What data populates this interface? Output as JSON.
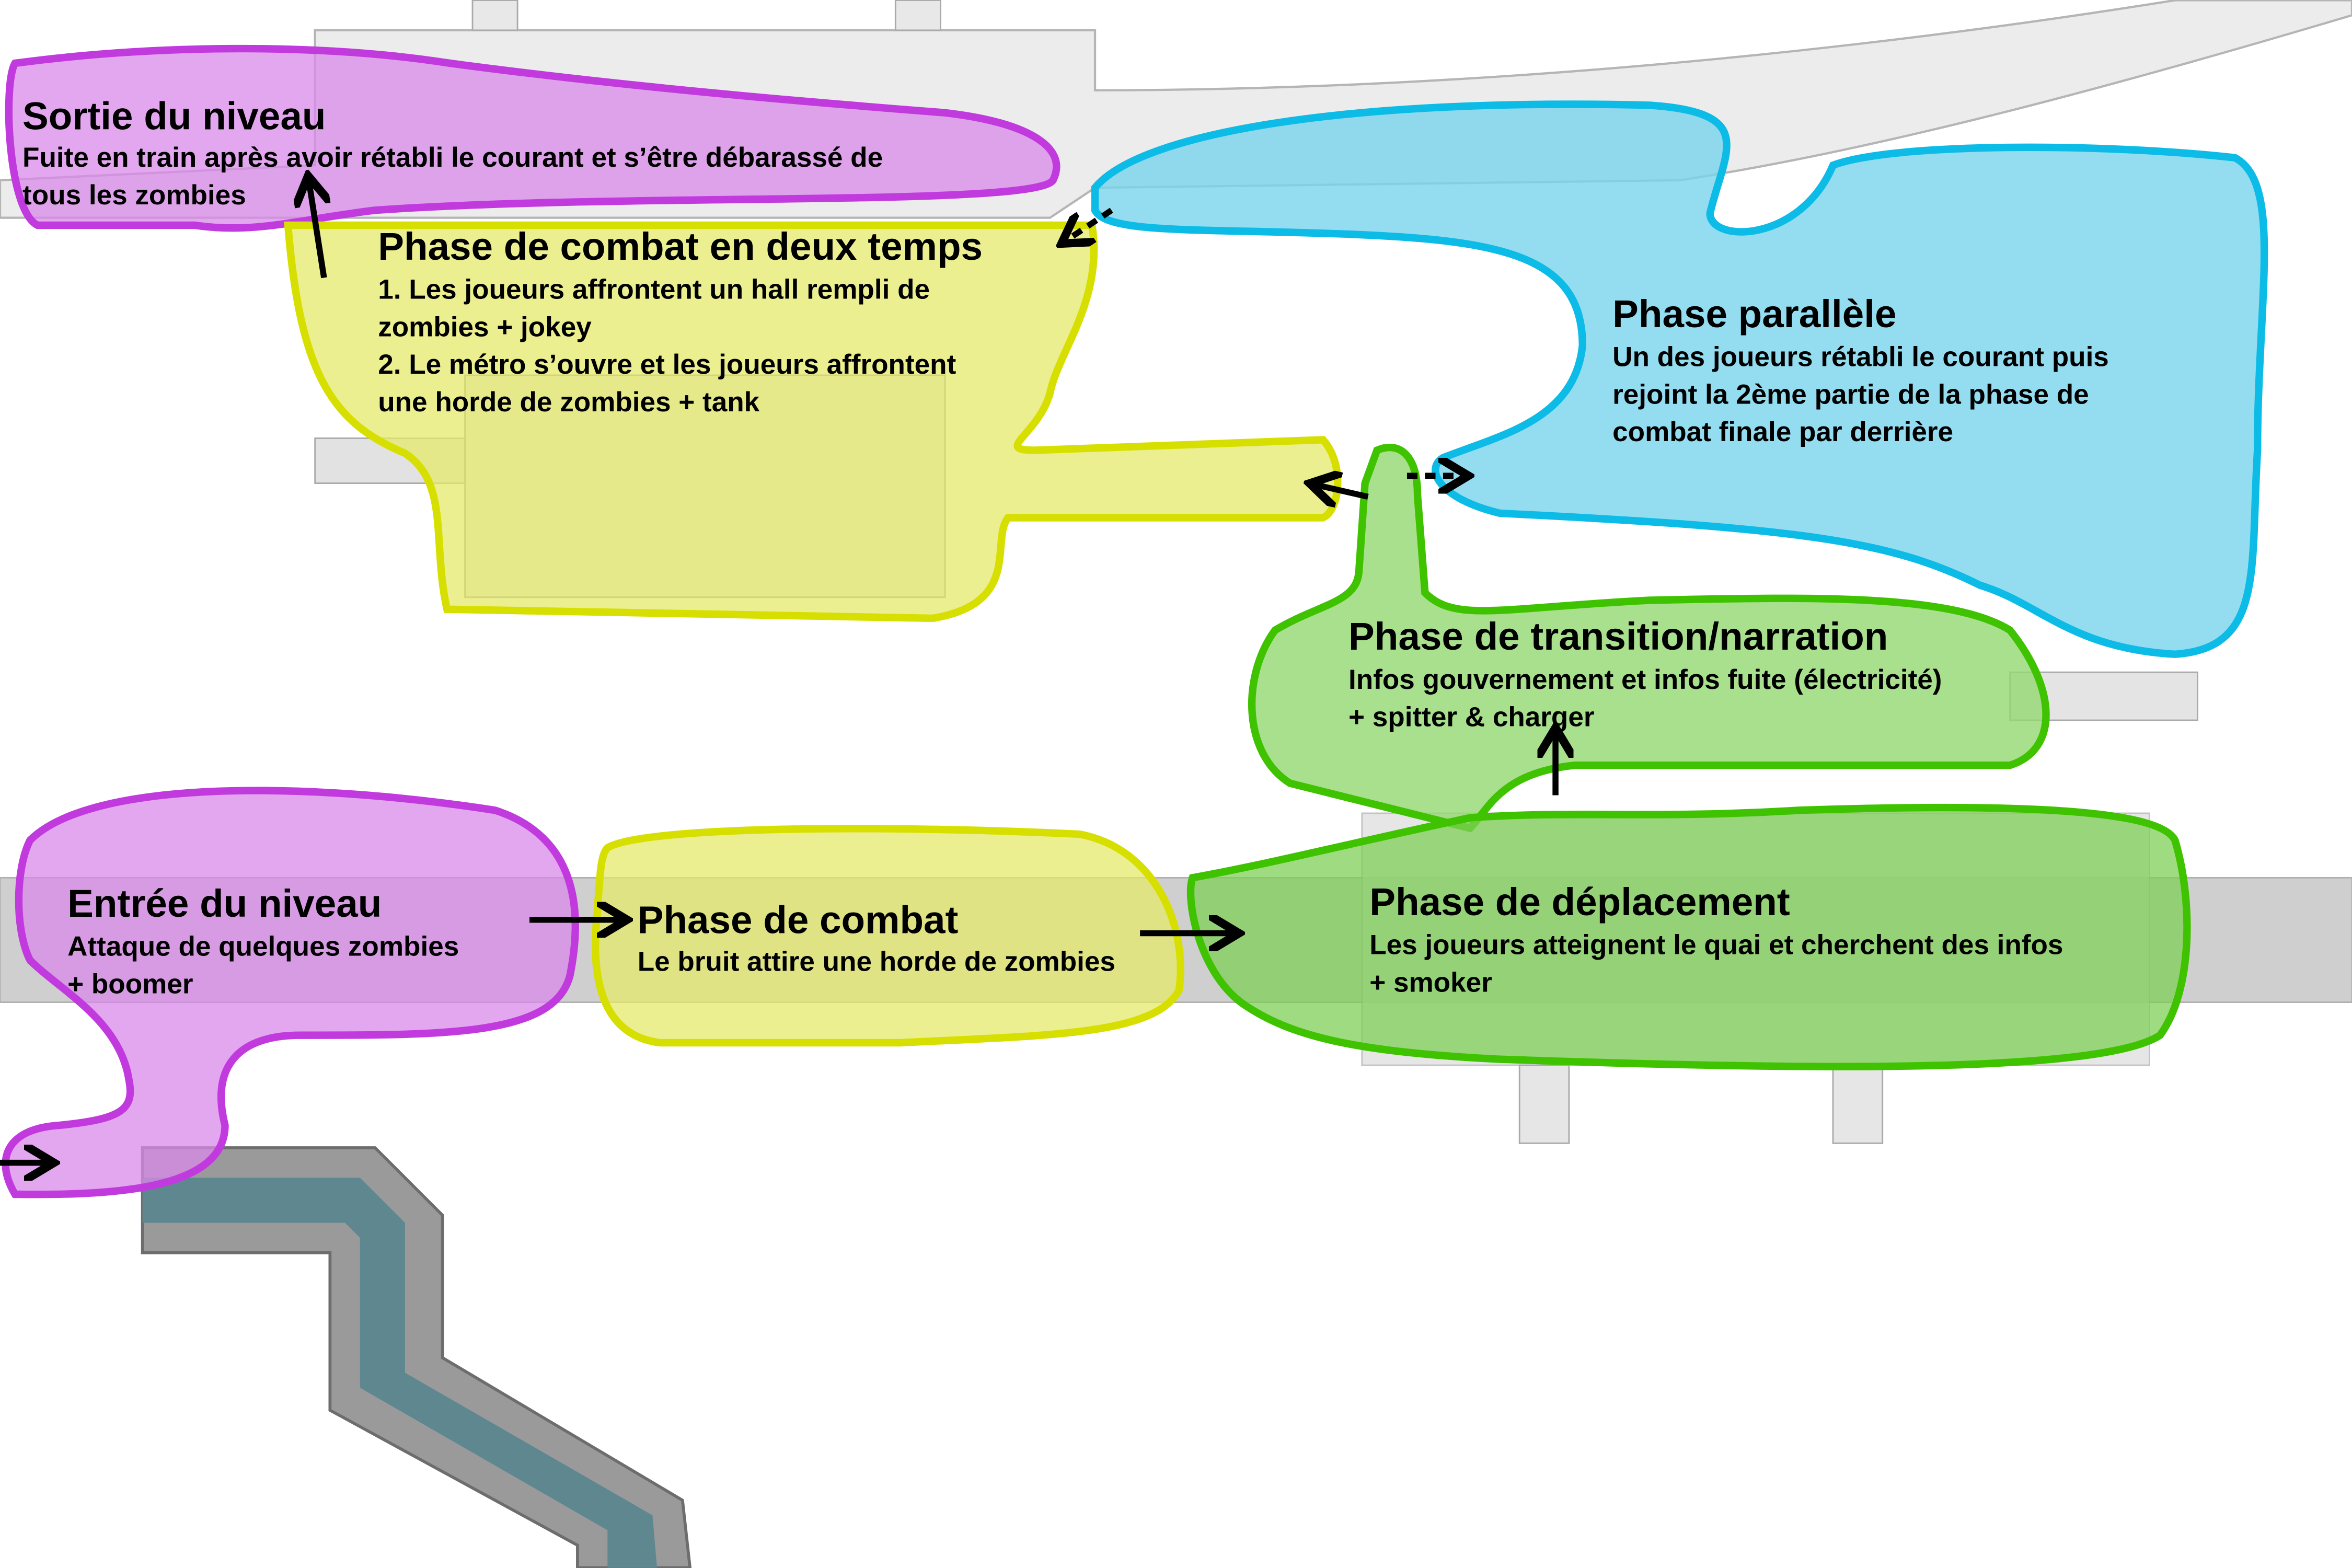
{
  "colors": {
    "purple_fill": "#d88ae8",
    "purple_stroke": "#c13ade",
    "yellow_fill": "#e6e96a",
    "yellow_stroke": "#d7df00",
    "blue_fill": "#79d5ee",
    "blue_stroke": "#0cbbe6",
    "green_fill": "#93d872",
    "green_stroke": "#3fc300",
    "map_gray": "#cfcfcf",
    "pipe_teal": "#5f8790"
  },
  "zones": {
    "exit": {
      "title": "Sortie du niveau",
      "lines": [
        "Fuite en train après avoir rétabli le courant et s’être débarassé de",
        "tous les zombies"
      ]
    },
    "two_step_combat": {
      "title": "Phase de combat en deux temps",
      "lines": [
        "1. Les joueurs affrontent un hall rempli de",
        "zombies + jokey",
        "2. Le métro s’ouvre et les joueurs affrontent",
        "une horde de zombies + tank"
      ]
    },
    "parallel": {
      "title": "Phase parallèle",
      "lines": [
        "Un des joueurs rétabli le courant puis",
        "rejoint la 2ème partie de la phase de",
        "combat finale par derrière"
      ]
    },
    "transition": {
      "title": "Phase de transition/narration",
      "lines": [
        "Infos gouvernement et infos fuite (électricité)",
        "+ spitter & charger"
      ]
    },
    "entry": {
      "title": "Entrée du niveau",
      "lines": [
        "Attaque de quelques zombies",
        "+ boomer"
      ]
    },
    "combat": {
      "title": "Phase de combat",
      "lines": [
        "Le bruit attire une horde de zombies"
      ]
    },
    "movement": {
      "title": "Phase de déplacement",
      "lines": [
        "Les joueurs atteignent le quai et cherchent des infos",
        "+ smoker"
      ]
    }
  }
}
